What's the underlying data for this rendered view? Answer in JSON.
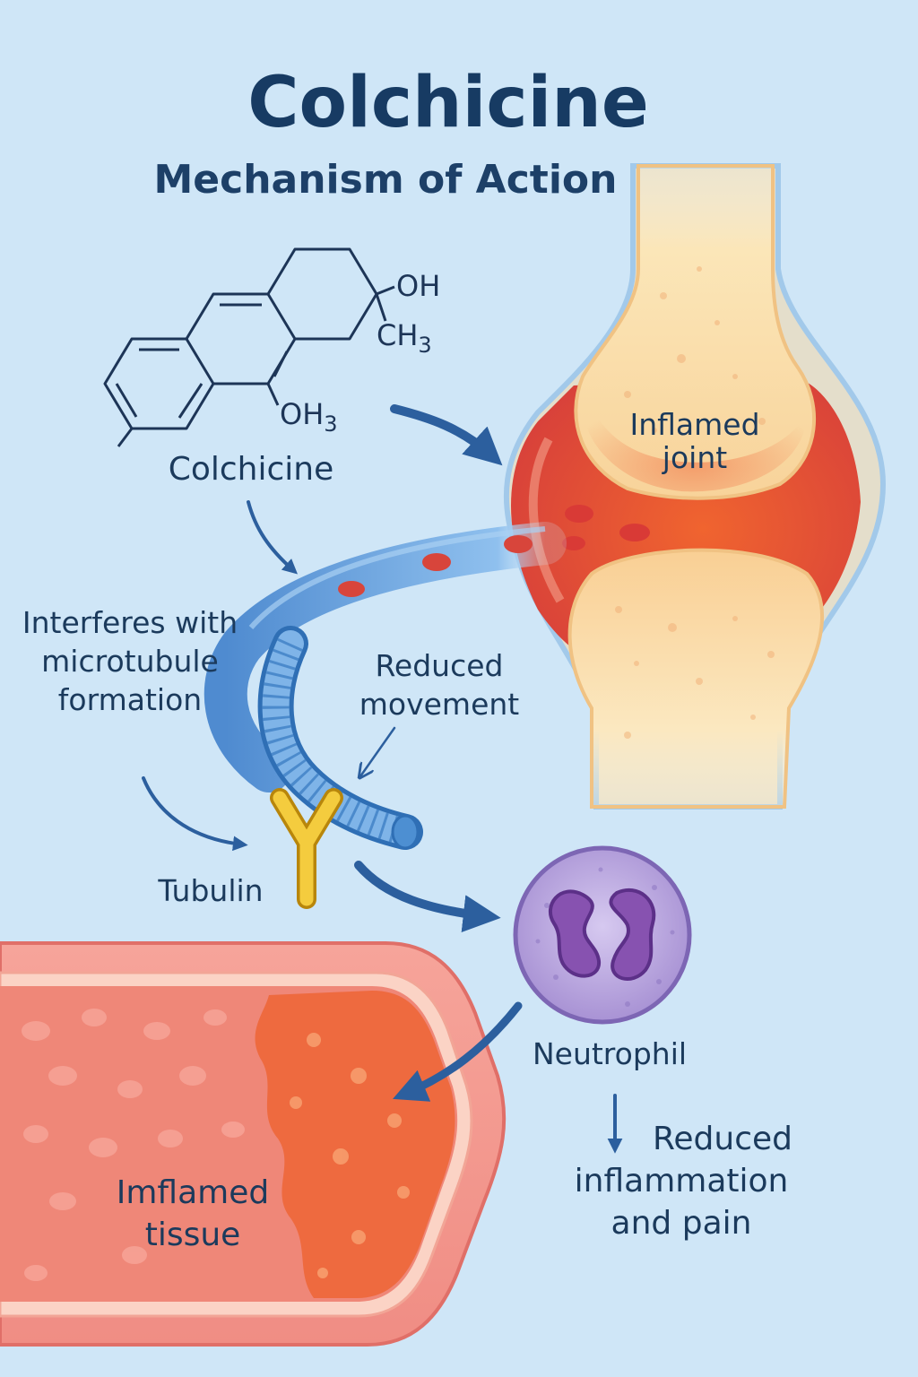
{
  "header": {
    "title": "Colchicine",
    "subtitle": "Mechanism of Action"
  },
  "molecule": {
    "label": "Colchicine",
    "group_oh": "OH",
    "group_ch": "CH",
    "group_oh_bottom": "OH",
    "subscript": "3"
  },
  "labels": {
    "joint": "Inflamed joint",
    "interferes": "Interferes with microtubule formation",
    "reduced_movement": "Reduced movement",
    "tubulin": "Tubulin",
    "neutrophil": "Neutrophil",
    "reduced_inflammation": "Reduced inflammation and pain",
    "tissue": "Imflamed tissue"
  },
  "colors": {
    "background": "#cfe6f7",
    "text": "#1b3a5c",
    "arrow": "#2c5f9e",
    "bone": "#fbe3b0",
    "inflammation": "#e8553a",
    "microtubule": "#5b9bd8",
    "tubulin": "#f2c53d",
    "neutrophil": "#9b84c9"
  }
}
